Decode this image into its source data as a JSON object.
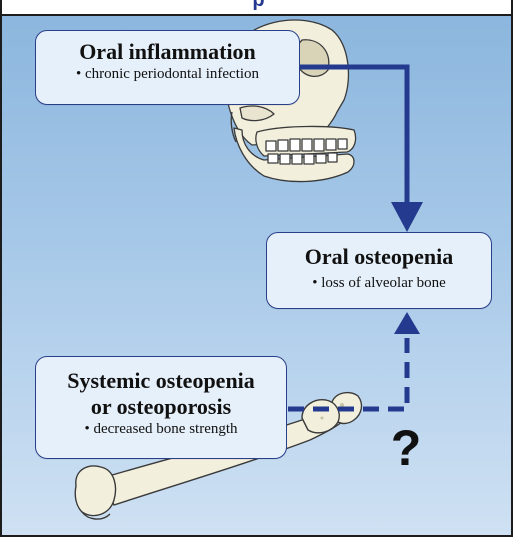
{
  "header_fragment": "p",
  "boxes": {
    "oral_inflammation": {
      "title": "Oral inflammation",
      "detail": "• chronic periodontal infection"
    },
    "oral_osteopenia": {
      "title": "Oral osteopenia",
      "detail": "• loss of alveolar bone"
    },
    "systemic": {
      "title_line1": "Systemic osteopenia",
      "title_line2": "or osteoporosis",
      "detail": "• decreased bone strength"
    }
  },
  "unknown_link_symbol": "?",
  "colors": {
    "arrow": "#233a8e",
    "box_border": "#2a3f8a",
    "box_fill": "#e6f0fa",
    "background_top": "#8ab5dd",
    "background_bottom": "#cfe1f3",
    "bone": "#f2efdd"
  },
  "links": [
    {
      "from": "Oral inflammation",
      "to": "Oral osteopenia",
      "style": "solid"
    },
    {
      "from": "Systemic osteopenia or osteoporosis",
      "to": "Oral osteopenia",
      "style": "dashed"
    }
  ]
}
